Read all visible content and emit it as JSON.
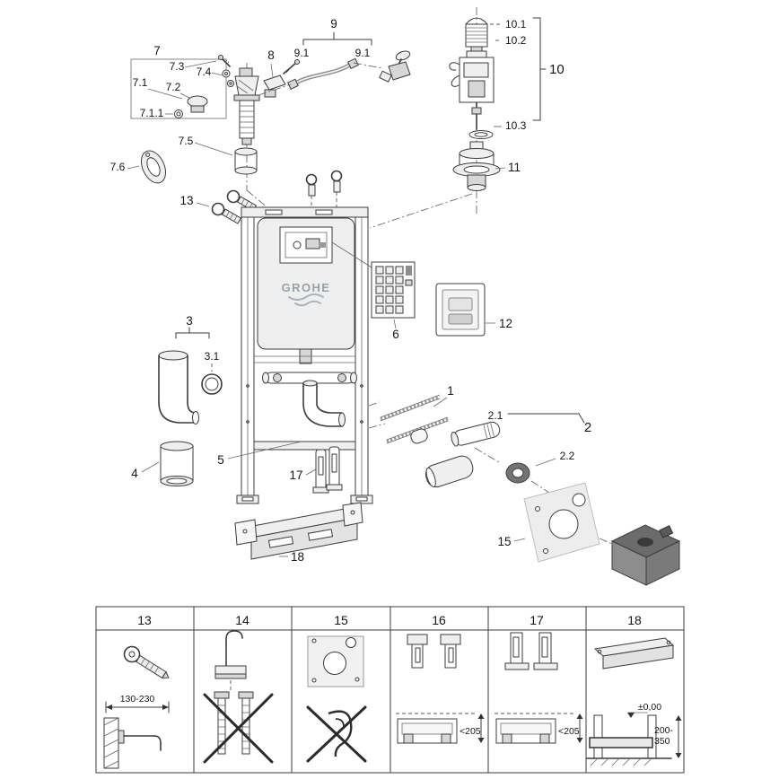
{
  "diagram": {
    "brand": "GROHE",
    "callouts": {
      "c1": "1",
      "c2": "2",
      "c2_1": "2.1",
      "c2_2": "2.2",
      "c3": "3",
      "c3_1": "3.1",
      "c4": "4",
      "c5": "5",
      "c6": "6",
      "c7": "7",
      "c7_1": "7.1",
      "c7_1_1": "7.1.1",
      "c7_2": "7.2",
      "c7_3": "7.3",
      "c7_4": "7.4",
      "c7_5": "7.5",
      "c7_6": "7.6",
      "c8": "8",
      "c9": "9",
      "c9_1": "9.1",
      "c10": "10",
      "c10_1": "10.1",
      "c10_2": "10.2",
      "c10_3": "10.3",
      "c11": "11",
      "c12": "12",
      "c13": "13",
      "c15": "15",
      "c17": "17",
      "c18": "18"
    }
  },
  "table": {
    "columns": [
      {
        "header": "13",
        "dimension": "130-230"
      },
      {
        "header": "14"
      },
      {
        "header": "15"
      },
      {
        "header": "16",
        "dimension": "<205"
      },
      {
        "header": "17",
        "dimension": "<205"
      },
      {
        "header": "18",
        "dimension_top": "±0,00",
        "dimension_side_1": "200-",
        "dimension_side_2": "350"
      }
    ]
  }
}
